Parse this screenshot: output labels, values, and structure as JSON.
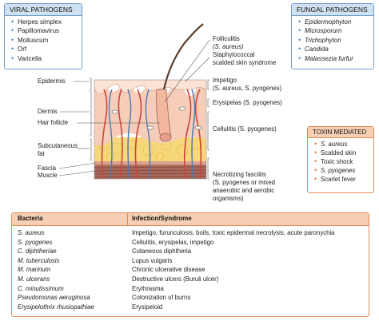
{
  "viral": {
    "title": "VIRAL PATHOGENS",
    "items": [
      "Herpes simplex",
      "Papillomavirus",
      "Molluscum",
      "Orf",
      "Varicella"
    ]
  },
  "fungal": {
    "title": "FUNGAL PATHOGENS",
    "items": [
      "Epidermophyton",
      "Microsporum",
      "Trichophyton",
      "Candida",
      "Malassezia furfur"
    ]
  },
  "toxin": {
    "title": "TOXIN MEDIATED",
    "items": [
      "S. aureus",
      "Scalded skin",
      "Toxic shock",
      "S. pyogenes",
      "Scarlet fever"
    ]
  },
  "layers": {
    "epidermis": "Epidermis",
    "dermis": "Dermis",
    "hair_follicle": "Hair follicle",
    "subcutaneous_1": "Subcutaneous",
    "subcutaneous_2": "fat",
    "fascia": "Fascia",
    "muscle": "Muscle"
  },
  "infections": {
    "folliculitis_1": "Folliculitis",
    "folliculitis_2": "(S. aureus)",
    "ssss_1": "Staphylococcal",
    "ssss_2": "scalded skin syndrome",
    "impetigo_1": "Impetigo",
    "impetigo_2": "(S. aureus, S. pyogenes)",
    "erysipelas": "Erysipelas (S. pyogenes)",
    "cellulitis": "Cellulitis (S. pyogenes)",
    "nf_1": "Necrotizing fasciitis",
    "nf_2": "(S. pyogenes or mixed",
    "nf_3": "anaerobic and aerobic",
    "nf_4": "organisms)"
  },
  "table": {
    "header_bacteria": "Bacteria",
    "header_infection": "Infection/Syndrome",
    "rows": [
      {
        "bacteria": "S. aureus",
        "infection": "Impetigo, furunculosis, boils, toxic epidermal necrolysis, acute paronychia"
      },
      {
        "bacteria": "S. pyogenes",
        "infection": "Cellulitis, erysipelas, impetigo"
      },
      {
        "bacteria": "C. diphtheriae",
        "infection": "Cutaneous diphtheria"
      },
      {
        "bacteria": "M. tuberculosis",
        "infection": "Lupus vulgaris"
      },
      {
        "bacteria": "M. marinum",
        "infection": "Chronic ulcerative disease"
      },
      {
        "bacteria": "M. ulcerans",
        "infection": "Destructive ulcers (Buruli ulcer)"
      },
      {
        "bacteria": "C. minutissimum",
        "infection": "Erythrasma"
      },
      {
        "bacteria": "Pseudomonas aeruginosa",
        "infection": "Colonization of burns"
      },
      {
        "bacteria": "Erysipelothrix rhusiopathiae",
        "infection": "Erysipeloid"
      }
    ]
  },
  "colors": {
    "blue_border": "#6f9cc7",
    "blue_header": "#cfe0f1",
    "orange_border": "#e58a55",
    "orange_header": "#f6cfb4",
    "dermis": "#f5cdb8",
    "epidermis": "#fbe3d4",
    "fat": "#f6d77a",
    "muscle": "#a86a5c",
    "vessel_red": "#c9463c",
    "vessel_blue": "#4a79b6"
  }
}
